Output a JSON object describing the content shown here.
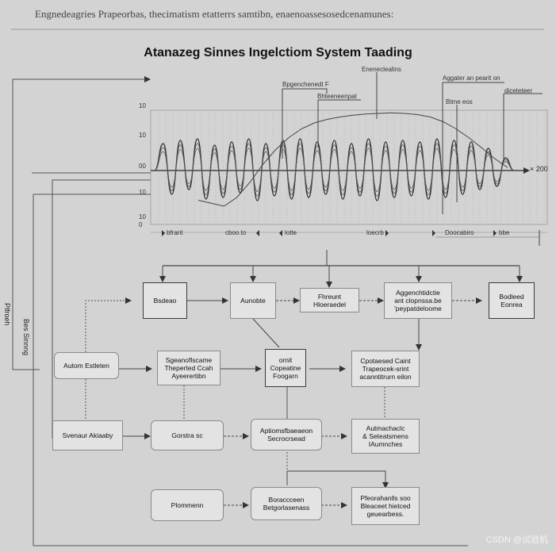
{
  "header": {
    "text": "Engnedeagries Prapeorbas, thecimatism etatterrs samtibn, enaenoassesosedcenamunes:"
  },
  "title": "Atanazeg Sinnes Ingelctiom System Taading",
  "chart_labels": {
    "callout_1": "Bpgenchenedt F",
    "callout_2": "Bhteeneenpat",
    "callout_3": "Eneneclealins",
    "callout_4": "Aggater an pearit on",
    "callout_5": "Btme eos",
    "callout_6": "diceteteer",
    "right_value": "× 200"
  },
  "chart_data": {
    "type": "line",
    "yticks": [
      "10",
      "10",
      "00",
      "10",
      "10",
      "0"
    ],
    "xticks": [
      "bfrarit",
      "cboo.to",
      "lotte",
      "loecrb",
      "Doocabiro",
      "bbe"
    ],
    "series": [
      {
        "values": [
          0.0,
          0.85,
          -0.75,
          0.95,
          -0.6,
          1.0,
          -0.9,
          0.8,
          -0.85,
          0.9,
          -0.7,
          1.0,
          -0.95,
          0.85,
          -0.8,
          0.95,
          -0.9,
          1.0,
          -0.85,
          0.9,
          -0.75,
          0.95,
          -0.9,
          0.85,
          -0.8,
          1.0,
          -0.95,
          0.9,
          -0.85,
          0.95,
          -0.8,
          0.9,
          -0.9,
          1.0,
          -0.85,
          0.95,
          -0.75,
          0.9,
          -0.6,
          0.7,
          -0.5,
          0.4,
          0.0
        ]
      },
      {
        "values": [
          -0.5,
          -0.55,
          -0.6,
          -0.45,
          -0.2,
          0.1,
          0.35,
          0.55,
          0.7,
          0.8,
          0.86,
          0.9,
          0.93,
          0.95,
          0.96,
          0.97,
          0.96,
          0.94,
          0.9,
          0.82,
          0.7,
          0.55,
          0.38,
          0.2,
          0.05
        ]
      }
    ]
  },
  "side_labels": {
    "left_outer": "Plfroeh",
    "left_inner": "Bes Sinnng"
  },
  "flow": {
    "row1": [
      {
        "label": "Bsdeao"
      },
      {
        "label": "Aunobte"
      },
      {
        "label": "Fhreunt\nHloeraedel"
      },
      {
        "label": "Aggenchtidctie\nant clopnssa.be\n'peypatdeloome"
      },
      {
        "label": "Bodleed\nEonrea"
      }
    ],
    "row2": [
      {
        "label": "Autom Estleten"
      },
      {
        "label": "Sgeanoflscame\nTheperted Ccah\nAyeerertibn"
      },
      {
        "label": "ornit\nCopeatine\nFoogarn"
      },
      {
        "label": "Cpotaesed Caint\nTrapeocek-srint\nacanntitrurn eilon"
      }
    ],
    "row3": [
      {
        "label": "Svenaur Akiaaby"
      },
      {
        "label": "Gorstra sc"
      },
      {
        "label": "Aptiomsfbaeaeon\nSecrocrsead"
      },
      {
        "label": "Autmachaclc\n& Seteatsmens\nIAumnches"
      }
    ],
    "row4": [
      {
        "label": "Plommenn"
      },
      {
        "label": "Boraccceen\nBetgorlasenass"
      },
      {
        "label": "Pfeorahanlls soo\nBleaceet hietced\ngeuearbess."
      }
    ]
  },
  "watermark": "CSDN @试验机"
}
